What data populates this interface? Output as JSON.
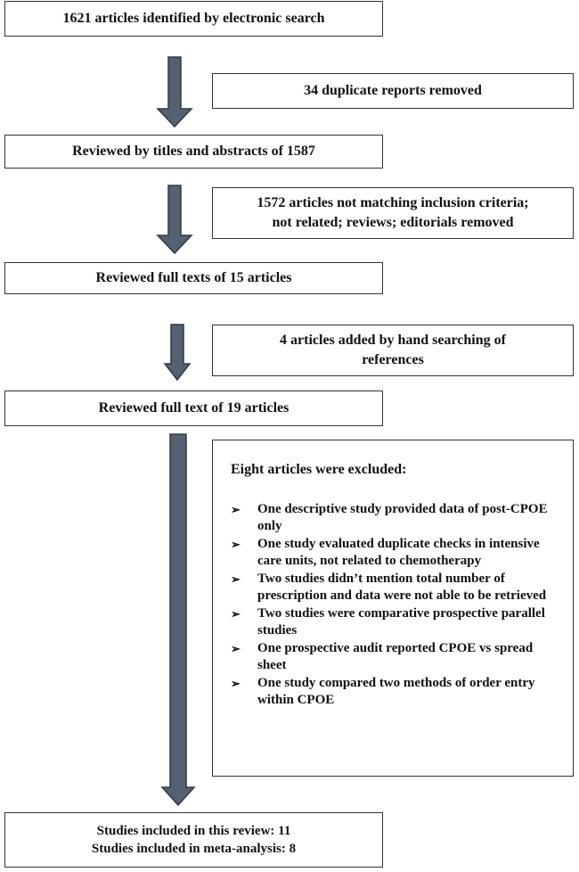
{
  "flow": {
    "search": "1621 articles identified by electronic search",
    "duplicates_removed": "34 duplicate reports removed",
    "screened": "Reviewed by titles and abstracts of 1587",
    "not_matching": {
      "line1": "1572 articles not matching inclusion criteria;",
      "line2": "not related; reviews; editorials removed"
    },
    "fulltext_15": "Reviewed full texts of 15 articles",
    "hand_search": {
      "line1": "4 articles added by hand searching of",
      "line2": "references"
    },
    "fulltext_19": "Reviewed full text of 19 articles",
    "excluded": {
      "title": "Eight articles were excluded:",
      "bullet_symbol": "➢",
      "items": [
        "One descriptive study provided data of post-CPOE only",
        "One study evaluated duplicate checks in intensive care units, not related to chemotherapy",
        "Two studies didn’t mention total number of prescription and data were not able to be retrieved",
        "Two studies were comparative prospective parallel studies",
        "One prospective audit reported CPOE vs spread sheet",
        "One study compared two methods of order entry within CPOE"
      ]
    },
    "included": {
      "review": "Studies included in this review: 11",
      "meta": "Studies included in meta-analysis: 8"
    }
  },
  "colors": {
    "arrow_fill": "#556070",
    "arrow_stroke": "#2e3a48",
    "border": "#333333"
  }
}
